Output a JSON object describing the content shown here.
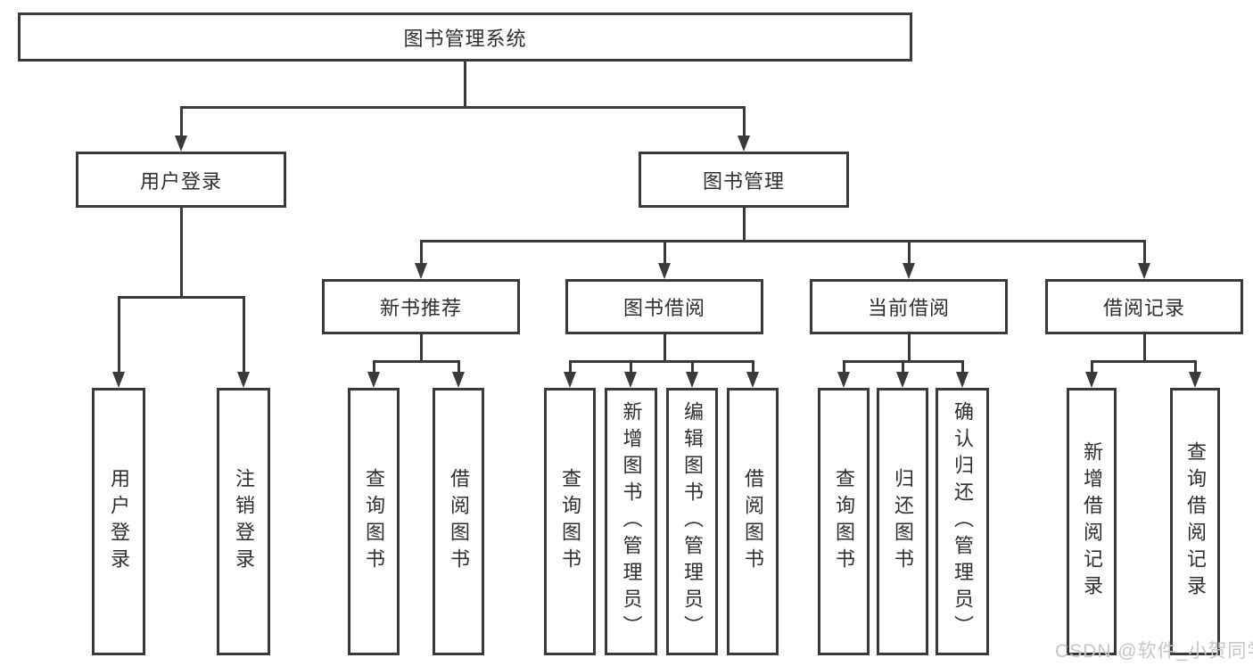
{
  "tree": {
    "root": {
      "label": "图书管理系统",
      "children": [
        {
          "label": "用户登录",
          "children": [
            {
              "label": "用户登录"
            },
            {
              "label": "注销登录"
            }
          ]
        },
        {
          "label": "图书管理",
          "children": [
            {
              "label": "新书推荐",
              "children": [
                {
                  "label": "查询图书"
                },
                {
                  "label": "借阅图书"
                }
              ]
            },
            {
              "label": "图书借阅",
              "children": [
                {
                  "label": "查询图书"
                },
                {
                  "label": "新增图书（管理员）"
                },
                {
                  "label": "编辑图书（管理员）"
                },
                {
                  "label": "借阅图书"
                }
              ]
            },
            {
              "label": "当前借阅",
              "children": [
                {
                  "label": "查询图书"
                },
                {
                  "label": "归还图书"
                },
                {
                  "label": "确认归还（管理员）"
                }
              ]
            },
            {
              "label": "借阅记录",
              "children": [
                {
                  "label": "新增借阅记录"
                },
                {
                  "label": "查询借阅记录"
                }
              ]
            }
          ]
        }
      ]
    }
  },
  "watermark": {
    "text": "CSDN @软件_小贺同学"
  },
  "colors": {
    "background": "#ffffff",
    "line": "#3a3a3a",
    "box_border": "#3a3a3a",
    "text": "#2f2f2f",
    "watermark": "#c6c6c6"
  }
}
